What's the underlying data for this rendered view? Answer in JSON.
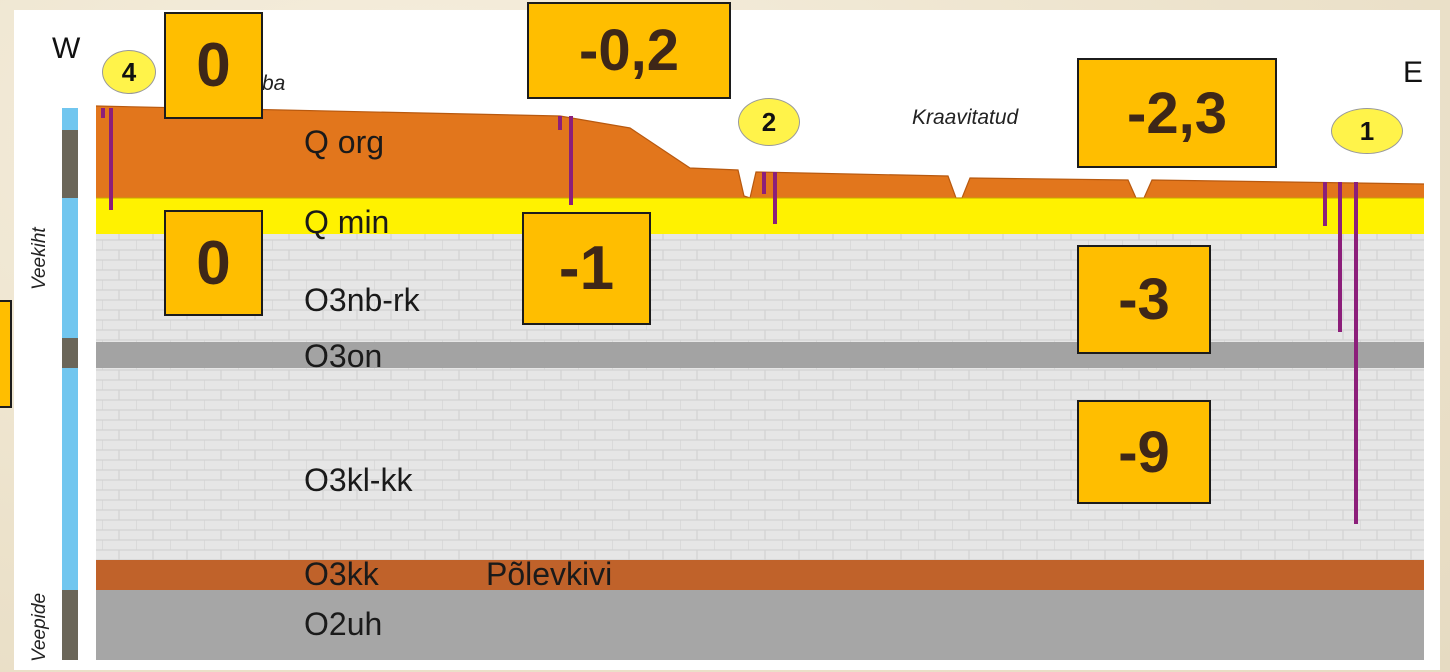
{
  "compass": {
    "west": "W",
    "east": "E"
  },
  "layers": {
    "q_org": "Q org",
    "q_min": "Q min",
    "o3nb_rk": "O3nb-rk",
    "o3on": "O3on",
    "o3kl_kk": "O3kl-kk",
    "o3kk": "O3kk",
    "oil_shale": "Põlevkivi",
    "o2uh": "O2uh"
  },
  "annotations": {
    "partial_top_left": "ba",
    "ditched": "Kraavitatud"
  },
  "zones": {
    "aquifer": "Veekiht",
    "aquitard": "Veepide"
  },
  "wells": [
    "4",
    "2",
    "1"
  ],
  "water_levels": {
    "w4_surface": "0",
    "w4_min": "0",
    "mid_surface": "-0,2",
    "mid_min": "-1",
    "ditched": "-2,3",
    "e_upper": "-3",
    "e_lower": "-9"
  },
  "colors": {
    "q_org": "#e2761c",
    "q_min": "#fff200",
    "limestone": "#e6e6e6",
    "o3on": "#a3a3a3",
    "o3kk": "#c0622a",
    "o2uh": "#a6a6a6",
    "aquifer_bar": "#71c6ef",
    "aquitard_bar": "#6b6659",
    "well_line": "#8c1f7a",
    "tag_fill": "#ffbe00"
  }
}
